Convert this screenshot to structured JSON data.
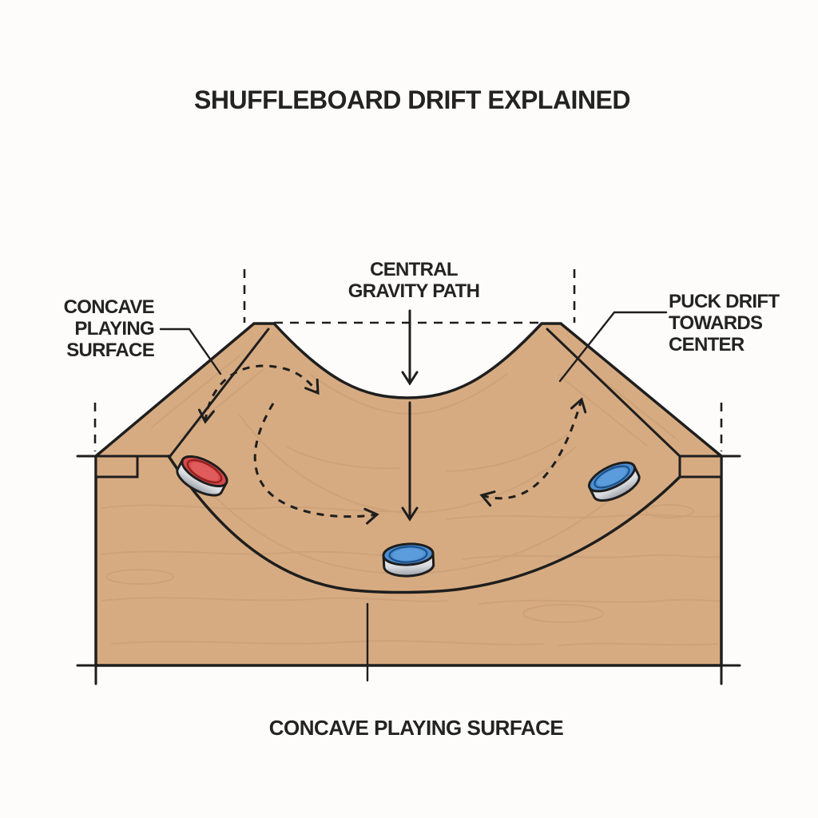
{
  "title": "SHUFFLEBOARD DRIFT EXPLAINED",
  "labels": {
    "surface_left": {
      "lines": [
        "CONCAVE",
        "PLAYING",
        "SURFACE"
      ]
    },
    "gravity": {
      "lines": [
        "CENTRAL",
        "GRAVITY PATH"
      ]
    },
    "drift": {
      "lines": [
        "PUCK DRIFT",
        "TOWARDS",
        "CENTER"
      ]
    },
    "surface_bottom": "CONCAVE PLAYING SURFACE"
  },
  "pucks": [
    {
      "id": "red-puck-left",
      "color_name": "red",
      "top": "#d64949",
      "inner": "#e05c5c",
      "position": "upper left slope"
    },
    {
      "id": "blue-puck-right",
      "color_name": "blue",
      "top": "#4d8fd2",
      "inner": "#5b9cdc",
      "position": "upper right slope"
    },
    {
      "id": "blue-puck-center",
      "color_name": "blue",
      "top": "#4d8fd2",
      "inner": "#5b9cdc",
      "position": "bottom center of concave surface"
    }
  ],
  "colors": {
    "background": "#fdfcfa",
    "wood": "#d7ab81",
    "wood_grain": "#c49a72",
    "outline": "#1e1e1e",
    "text": "#232323",
    "red_puck": "#d64949",
    "blue_puck": "#4d8fd2",
    "silver_light": "#f2f3f5",
    "silver_dark": "#9ba0a8"
  },
  "annotations": {
    "central_arrow": "solid vertical arrow from gravity label to center puck",
    "drift_arcs": "dashed curved arrows showing pucks drifting toward center",
    "datum_lines": "dashed reference lines across rim tops and at outer corners"
  }
}
